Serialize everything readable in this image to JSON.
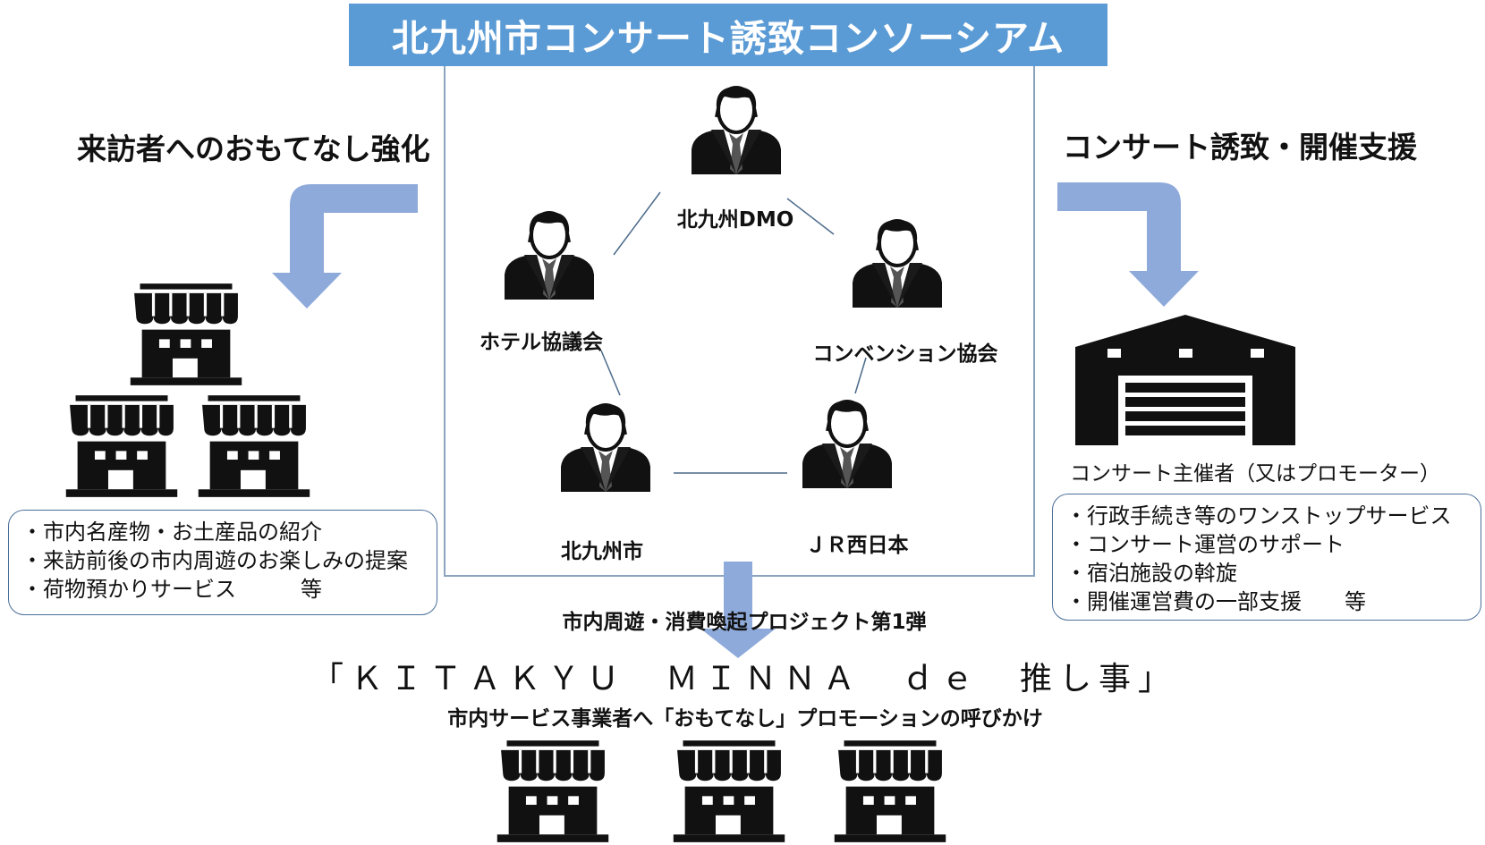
{
  "title": "北九州市コンサート誘致コンソーシアム",
  "left": {
    "heading": "来訪者へのおもてなし強化",
    "items": [
      "・市内名産物・お土産品の紹介",
      "・来訪前後の市内周遊のお楽しみの提案",
      "・荷物預かりサービス　　　等"
    ]
  },
  "right": {
    "heading": "コンサート誘致・開催支援",
    "warehouse_label": "コンサート主催者（又はプロモーター）",
    "items": [
      "・行政手続き等のワンストップサービス",
      "・コンサート運営のサポート",
      "・宿泊施設の斡旋",
      "・開催運営費の一部支援　　等"
    ]
  },
  "members": {
    "dmo": "北九州DMO",
    "hotel": "ホテル協議会",
    "convention": "コンベンション協会",
    "city": "北九州市",
    "jr": "ＪＲ西日本"
  },
  "project": {
    "subtitle": "市内周遊・消費喚起プロジェクト第1弾",
    "name": "「ＫＩＴＡＫＹＵ　ＭＩＮＮＡ　ｄｅ　推し事」",
    "call": "市内サービス事業者へ「おもてなし」プロモーションの呼びかけ"
  },
  "colors": {
    "title_bg": "#5b9bd5",
    "arrow": "#8eaadb",
    "frame": "#8aa4bf",
    "box_border": "#4a6e9a"
  },
  "icons": [
    "businessman-icon",
    "shop-icon",
    "warehouse-icon",
    "arrow-icon"
  ]
}
